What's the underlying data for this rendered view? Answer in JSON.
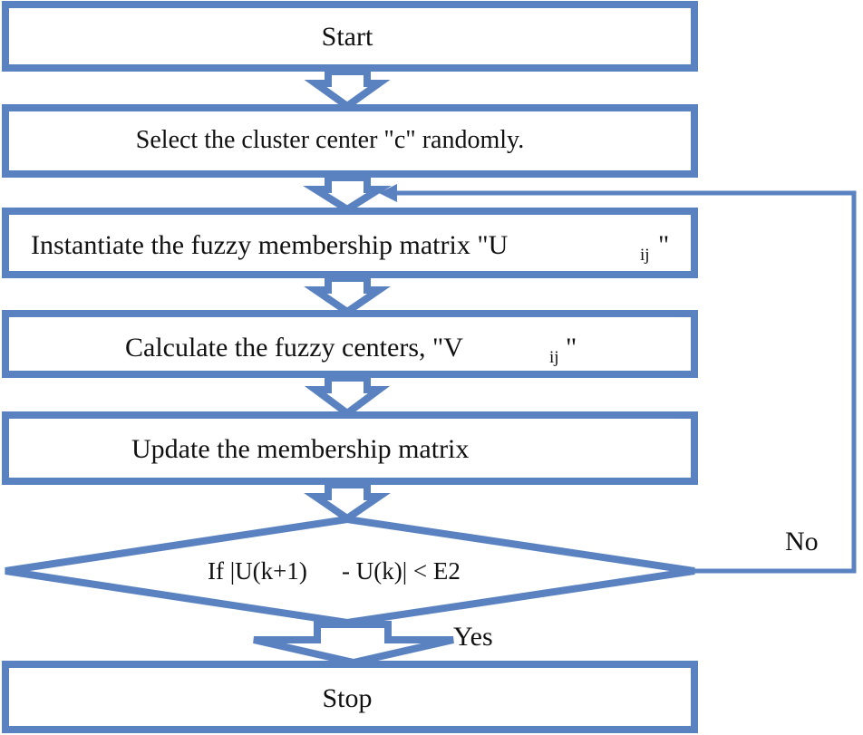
{
  "colors": {
    "stroke": "#5a82c0",
    "fill": "#ffffff",
    "text": "#111111"
  },
  "steps": {
    "start": "Start",
    "select": "Select the cluster center \"c\" randomly.",
    "instantiate_main": "Instantiate the fuzzy membership matrix \"U",
    "instantiate_sub": "ij",
    "instantiate_end": "\"",
    "calculate_main": "Calculate the fuzzy centers, \"V",
    "calculate_sub": "ij",
    "calculate_end": "\"",
    "update": "Update the membership matrix",
    "decision_a": "If |U(k+1)",
    "decision_b": "- U(k)| < E2",
    "stop": "Stop"
  },
  "edges": {
    "no_label": "No",
    "yes_label": "Yes"
  }
}
